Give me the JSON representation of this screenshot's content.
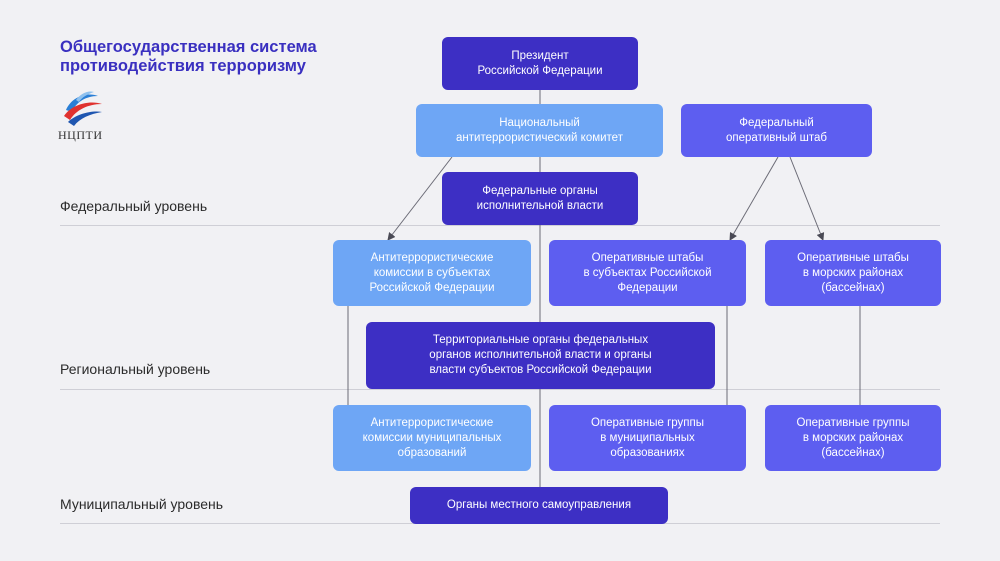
{
  "title": "Общегосударственная система\nпротиводействия терроризму",
  "logo": {
    "text": "НЦПТИ",
    "icon": "nctpti-logo-icon"
  },
  "levels": {
    "federal": "Федеральный уровень",
    "regional": "Региональный уровень",
    "municipal": "Муниципальный уровень"
  },
  "boxes": {
    "president": "Президент\nРоссийской Федерации",
    "nak": "Национальный\nантитеррористический комитет",
    "fos": "Федеральный\nоперативный штаб",
    "foiv": "Федеральные органы\nисполнительной власти",
    "ak_subjects": "Антитеррористические\nкомиссии в субъектах\nРоссийской Федерации",
    "os_subjects": "Оперативные штабы\nв субъектах Российской\nФедерации",
    "os_sea": "Оперативные штабы\nв морских районах\n(бассейнах)",
    "territorial": "Территориальные органы федеральных\nорганов исполнительной власти и органы\nвласти субъектов Российской Федерации",
    "ak_municipal": "Антитеррористические\nкомиссии муниципальных\nобразований",
    "og_municipal": "Оперативные группы\nв муниципальных\nобразованиях",
    "og_sea": "Оперативные группы\nв морских районах\n(бассейнах)",
    "local": "Органы местного самоуправления"
  },
  "colors": {
    "dark": "#3d2fc4",
    "mid": "#5d5ef0",
    "light": "#6ea6f5",
    "title": "#3a30c0"
  }
}
